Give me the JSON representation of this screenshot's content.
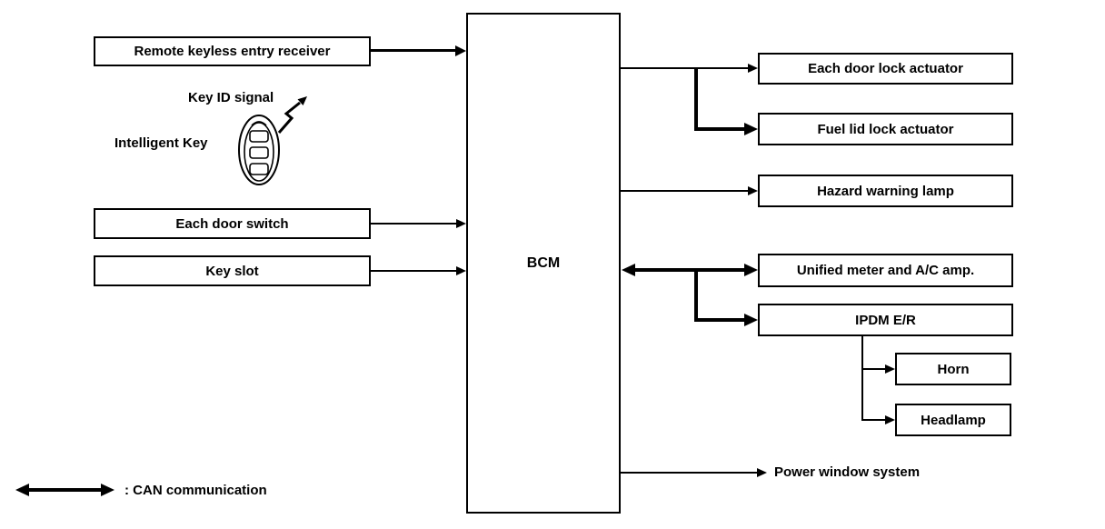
{
  "diagram": {
    "bcm_label": "BCM",
    "inputs": [
      {
        "id": "remote-keyless-entry-receiver",
        "label": "Remote keyless entry receiver"
      },
      {
        "id": "each-door-switch",
        "label": "Each door switch"
      },
      {
        "id": "key-slot",
        "label": "Key slot"
      }
    ],
    "outputs": [
      {
        "id": "each-door-lock-actuator",
        "label": "Each door lock actuator",
        "can": false
      },
      {
        "id": "fuel-lid-lock-actuator",
        "label": "Fuel lid lock actuator",
        "can": false
      },
      {
        "id": "hazard-warning-lamp",
        "label": "Hazard warning lamp",
        "can": false
      },
      {
        "id": "unified-meter-ac-amp",
        "label": "Unified meter and A/C amp.",
        "can": true
      },
      {
        "id": "ipdm-er",
        "label": "IPDM E/R",
        "can": true
      }
    ],
    "ipdm_outputs": [
      {
        "id": "horn",
        "label": "Horn"
      },
      {
        "id": "headlamp",
        "label": "Headlamp"
      }
    ],
    "power_window_label": "Power window system",
    "key": {
      "device_label": "Intelligent Key",
      "signal_label": "Key ID signal"
    },
    "legend": {
      "can_label": ": CAN communication"
    },
    "colors": {
      "line": "#000000",
      "background": "#ffffff"
    }
  }
}
